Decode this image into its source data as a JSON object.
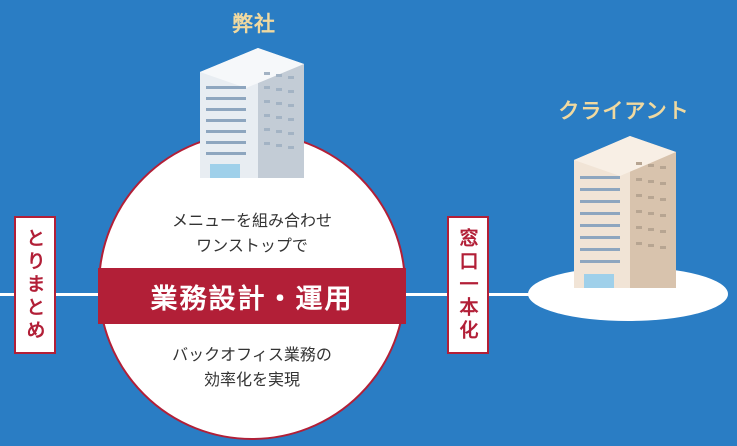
{
  "our_company": {
    "label": "弊社"
  },
  "client": {
    "label": "クライアント"
  },
  "left_tag": {
    "label": "とりまとめ"
  },
  "center_tag": {
    "label": "窓口一本化"
  },
  "hub": {
    "line1": "メニューを組み合わせ",
    "line2": "ワンストップで",
    "band": "業務設計・運用",
    "line3": "バックオフィス業務の",
    "line4": "効率化を実現"
  },
  "colors": {
    "background": "#2a7dc4",
    "accent": "#b21f37",
    "gold": "#f0d9a0",
    "white": "#ffffff"
  }
}
